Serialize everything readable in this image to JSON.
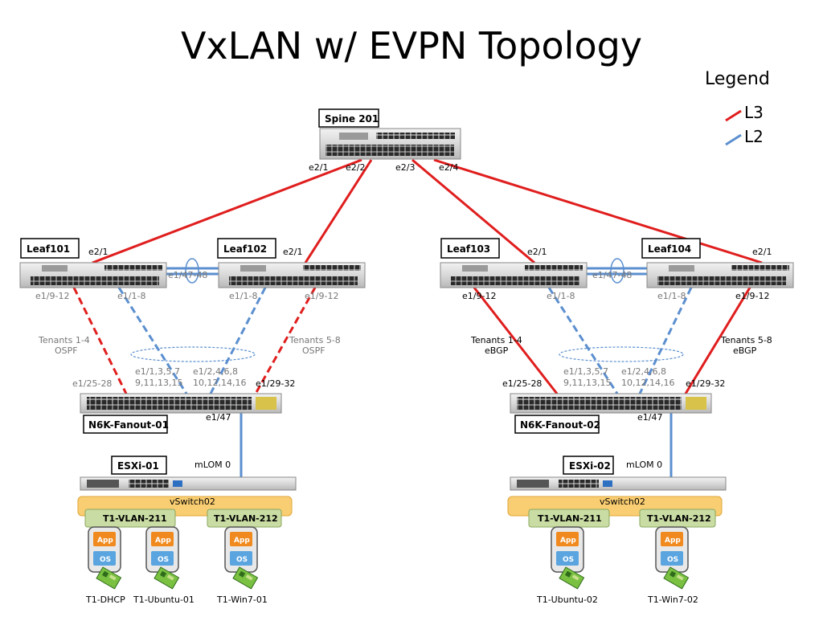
{
  "title": "VxLAN w/ EVPN Topology",
  "legend": {
    "title": "Legend",
    "items": [
      {
        "label": "L3",
        "color": "#e01e1e"
      },
      {
        "label": "L2",
        "color": "#5b8fcf"
      }
    ]
  },
  "colors": {
    "l3": "#e01e1e",
    "l2": "#5b8fcf",
    "vswitch": "#f9cd71",
    "vlan": "#c9dca3",
    "app": "#f08a1e",
    "os": "#5aa5e0"
  },
  "devices": {
    "spine": "Spine 201",
    "leaf101": "Leaf101",
    "leaf102": "Leaf102",
    "leaf103": "Leaf103",
    "leaf104": "Leaf104",
    "fanout1": "N6K-Fanout-01",
    "fanout2": "N6K-Fanout-02",
    "esxi1": "ESXi-01",
    "esxi2": "ESXi-02"
  },
  "ports": {
    "spine_e2_1": "e2/1",
    "spine_e2_2": "e2/2",
    "spine_e2_3": "e2/3",
    "spine_e2_4": "e2/4",
    "leaf101_up": "e2/1",
    "leaf102_up": "e2/1",
    "leaf103_up": "e2/1",
    "leaf104_up": "e2/1",
    "vpc_left": "e1/47-48",
    "vpc_right": "e1/47-48",
    "leaf101_l3": "e1/9-12",
    "leaf101_l2": "e1/1-8",
    "leaf102_l2": "e1/1-8",
    "leaf102_l3": "e1/9-12",
    "leaf103_l3": "e1/9-12",
    "leaf103_l2": "e1/1-8",
    "leaf104_l2": "e1/1-8",
    "leaf104_l3": "e1/9-12",
    "f1_left": "e1/25-28",
    "f1_odd1": "e1/1,3,5,7",
    "f1_odd2": "9,11,13,15",
    "f1_even1": "e1/2,4,6,8",
    "f1_even2": "10,12,14,16",
    "f1_right": "e1/29-32",
    "f1_down": "e1/47",
    "f2_left": "e1/25-28",
    "f2_odd1": "e1/1,3,5,7",
    "f2_odd2": "9,11,13,15",
    "f2_even1": "e1/2,4,6,8",
    "f2_even2": "10,12,14,16",
    "f2_right": "e1/29-32",
    "f2_down": "e1/47",
    "mlom1": "mLOM 0",
    "mlom2": "mLOM 0"
  },
  "tenants": {
    "t14_ospf_a": "Tenants 1-4",
    "t14_ospf_b": "OSPF",
    "t58_ospf_a": "Tenants 5-8",
    "t58_ospf_b": "OSPF",
    "t14_bgp_a": "Tenants 1-4",
    "t14_bgp_b": "eBGP",
    "t58_bgp_a": "Tenants 5-8",
    "t58_bgp_b": "eBGP"
  },
  "hosts": {
    "vswitch1": "vSwitch02",
    "vswitch2": "vSwitch02",
    "vlan211_1": "T1-VLAN-211",
    "vlan212_1": "T1-VLAN-212",
    "vlan211_2": "T1-VLAN-211",
    "vlan212_2": "T1-VLAN-212",
    "app": "App",
    "os": "OS",
    "vm_dhcp": "T1-DHCP",
    "vm_ubuntu01": "T1-Ubuntu-01",
    "vm_win701": "T1-Win7-01",
    "vm_ubuntu02": "T1-Ubuntu-02",
    "vm_win702": "T1-Win7-02"
  }
}
